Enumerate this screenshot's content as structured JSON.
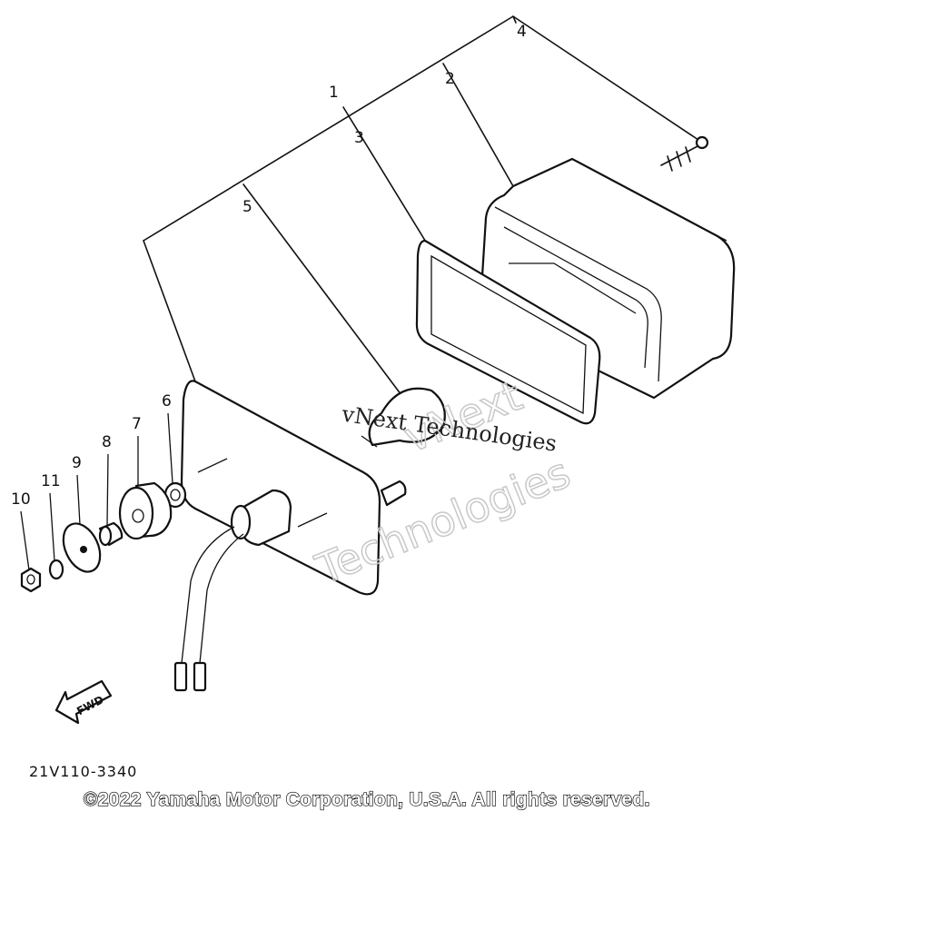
{
  "diagram": {
    "callouts": [
      "1",
      "2",
      "3",
      "4",
      "5",
      "6",
      "7",
      "8",
      "9",
      "10",
      "11"
    ],
    "part_code": "21V110-3340",
    "direction_label": "FWD",
    "copyright": "©2022 Yamaha Motor Corporation, U.S.A. All rights reserved.",
    "watermark_small": "vNext Technologies",
    "watermark_large_1": "vNext",
    "watermark_large_2": "Technologies"
  }
}
